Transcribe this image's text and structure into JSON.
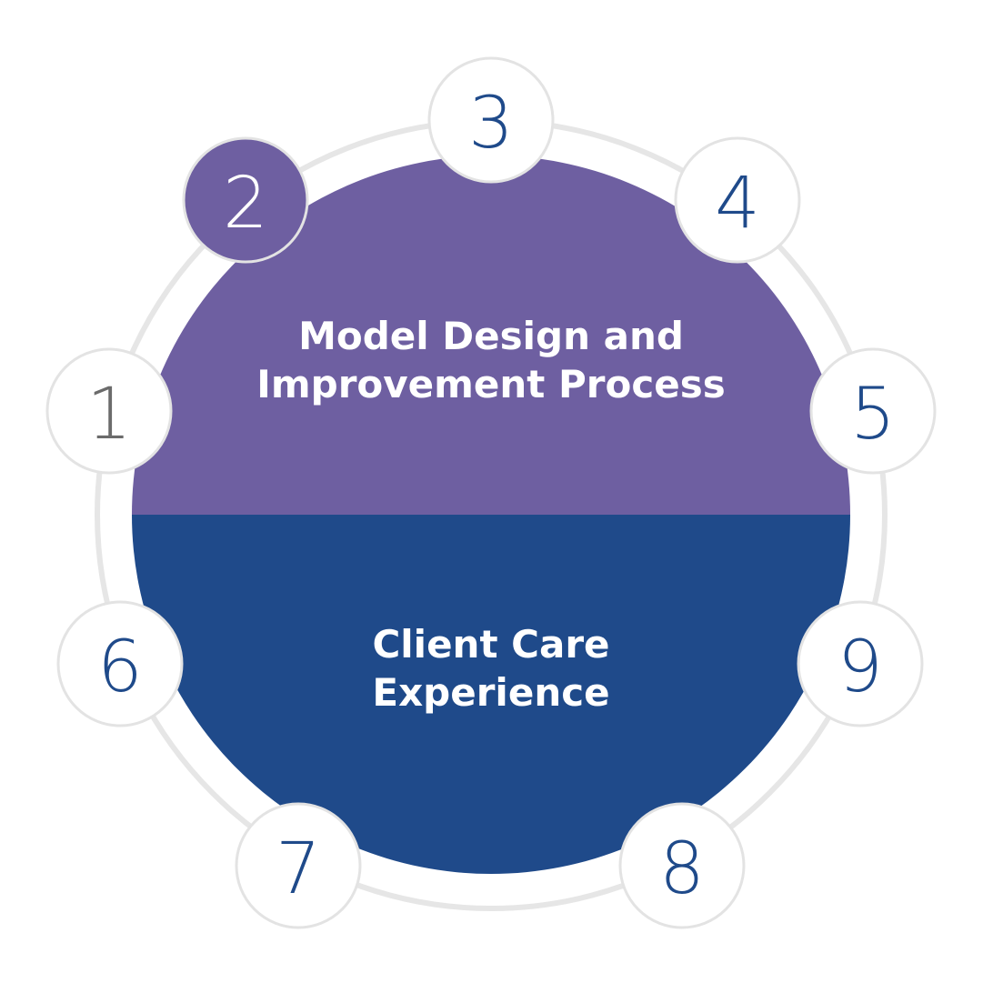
{
  "colors": {
    "top_half": "#6e5fa1",
    "bottom_half": "#1f4a8a",
    "ring": "#e6e6e6",
    "node_border": "#e3e3e3",
    "node_fill": "#ffffff",
    "node_active_fill": "#6e5fa1",
    "number_default": "#1f4a8a",
    "number_muted": "#6b6b6b",
    "number_active": "#ffffff"
  },
  "sections": {
    "top": {
      "line1": "Model Design and",
      "line2": "Improvement Process"
    },
    "bottom": {
      "line1": "Client Care",
      "line2": "Experience"
    }
  },
  "steps": [
    {
      "label": "1",
      "state": "muted"
    },
    {
      "label": "2",
      "state": "active"
    },
    {
      "label": "3",
      "state": "default"
    },
    {
      "label": "4",
      "state": "default"
    },
    {
      "label": "5",
      "state": "default"
    },
    {
      "label": "6",
      "state": "default"
    },
    {
      "label": "7",
      "state": "default"
    },
    {
      "label": "8",
      "state": "default"
    },
    {
      "label": "9",
      "state": "default"
    }
  ]
}
